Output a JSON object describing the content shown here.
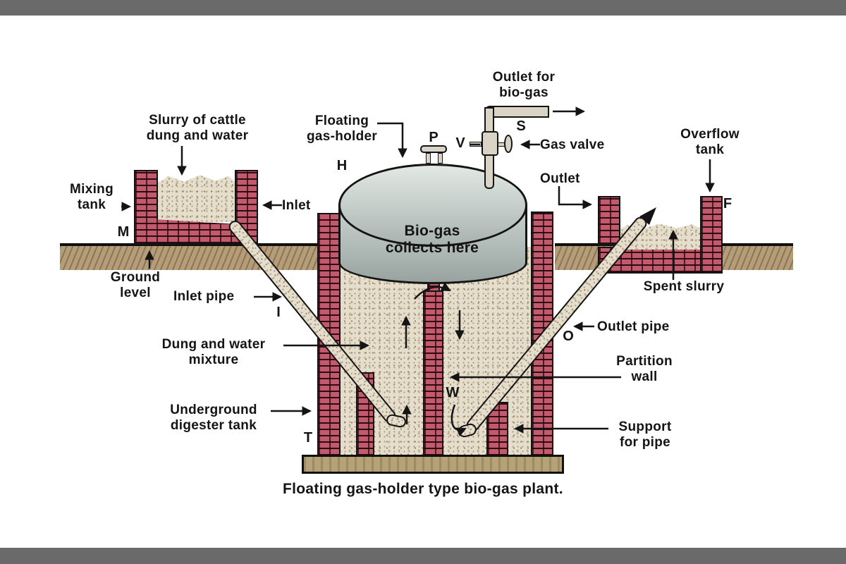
{
  "title": "Floating gas-holder type bio-gas plant diagram",
  "palette": {
    "frame_bar": "#6a6a6a",
    "brick": "#c15a6d",
    "slurry": "#e6decd",
    "ground": "#b59d79",
    "gas_holder": "#c3ccc8",
    "pipe_metal": "#d9d4c6",
    "base_slab": "#b5a278",
    "line": "#141414",
    "background": "#ffffff"
  },
  "labels": {
    "slurry_line1": "Slurry of cattle",
    "slurry_line2": "dung and water",
    "mixing_line1": "Mixing",
    "mixing_line2": "tank",
    "inlet": "Inlet",
    "ground_line1": "Ground",
    "ground_line2": "level",
    "inlet_pipe": "Inlet pipe",
    "dung_line1": "Dung and water",
    "dung_line2": "mixture",
    "underground_line1": "Underground",
    "underground_line2": "digester tank",
    "floating_line1": "Floating",
    "floating_line2": "gas-holder",
    "biogas_line1": "Bio-gas",
    "biogas_line2": "collects here",
    "outlet_gas_line1": "Outlet for",
    "outlet_gas_line2": "bio-gas",
    "gas_valve": "Gas valve",
    "outlet": "Outlet",
    "overflow_line1": "Overflow",
    "overflow_line2": "tank",
    "spent_slurry": "Spent slurry",
    "outlet_pipe": "Outlet pipe",
    "partition_line1": "Partition",
    "partition_line2": "wall",
    "support_line1": "Support",
    "support_line2": "for pipe",
    "caption": "Floating gas-holder type bio-gas plant."
  },
  "letters": {
    "p": "P",
    "v": "V",
    "s": "S",
    "h": "H",
    "m": "M",
    "i": "I",
    "t": "T",
    "w": "W",
    "o": "O",
    "f": "F"
  }
}
